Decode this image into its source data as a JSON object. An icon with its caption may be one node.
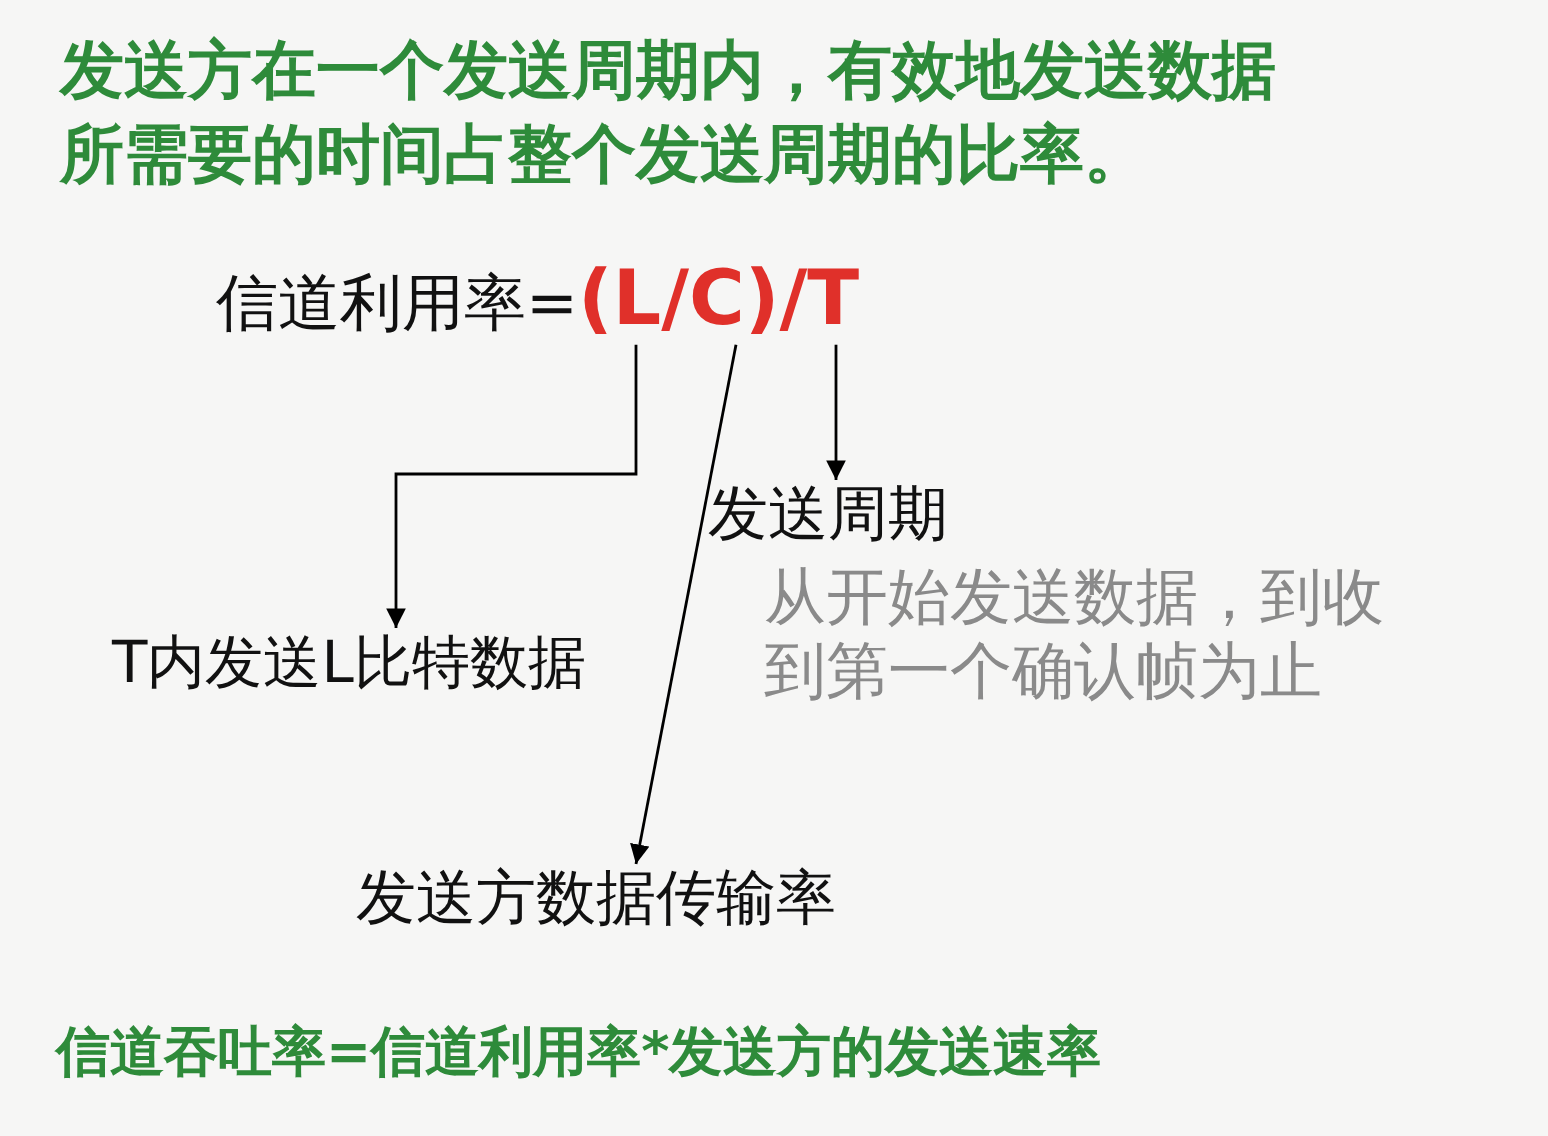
{
  "diagram": {
    "title": "发送方在一个发送周期内，有效地发送数据所需要的时间占整个发送周期的比率。",
    "nodes": [
      {
        "text": [
          "信道利用率=",
          "(L/C)/T"
        ]
      },
      {
        "text": [
          "T内发送L比特数据"
        ]
      },
      {
        "text": [
          "发送周期",
          "从开始发送数据，到收到第一个确认帧为止"
        ]
      },
      {
        "text": [
          "发送方数据传输率"
        ]
      }
    ],
    "edges": [
      {
        "from": 0,
        "to": 1,
        "arrow": "to"
      },
      {
        "from": 0,
        "to": 2,
        "arrow": "to"
      },
      {
        "from": 0,
        "to": 3,
        "arrow": "to"
      }
    ],
    "labels": [
      "信道吞吐率=信道利用率*发送方的发送速率"
    ]
  }
}
